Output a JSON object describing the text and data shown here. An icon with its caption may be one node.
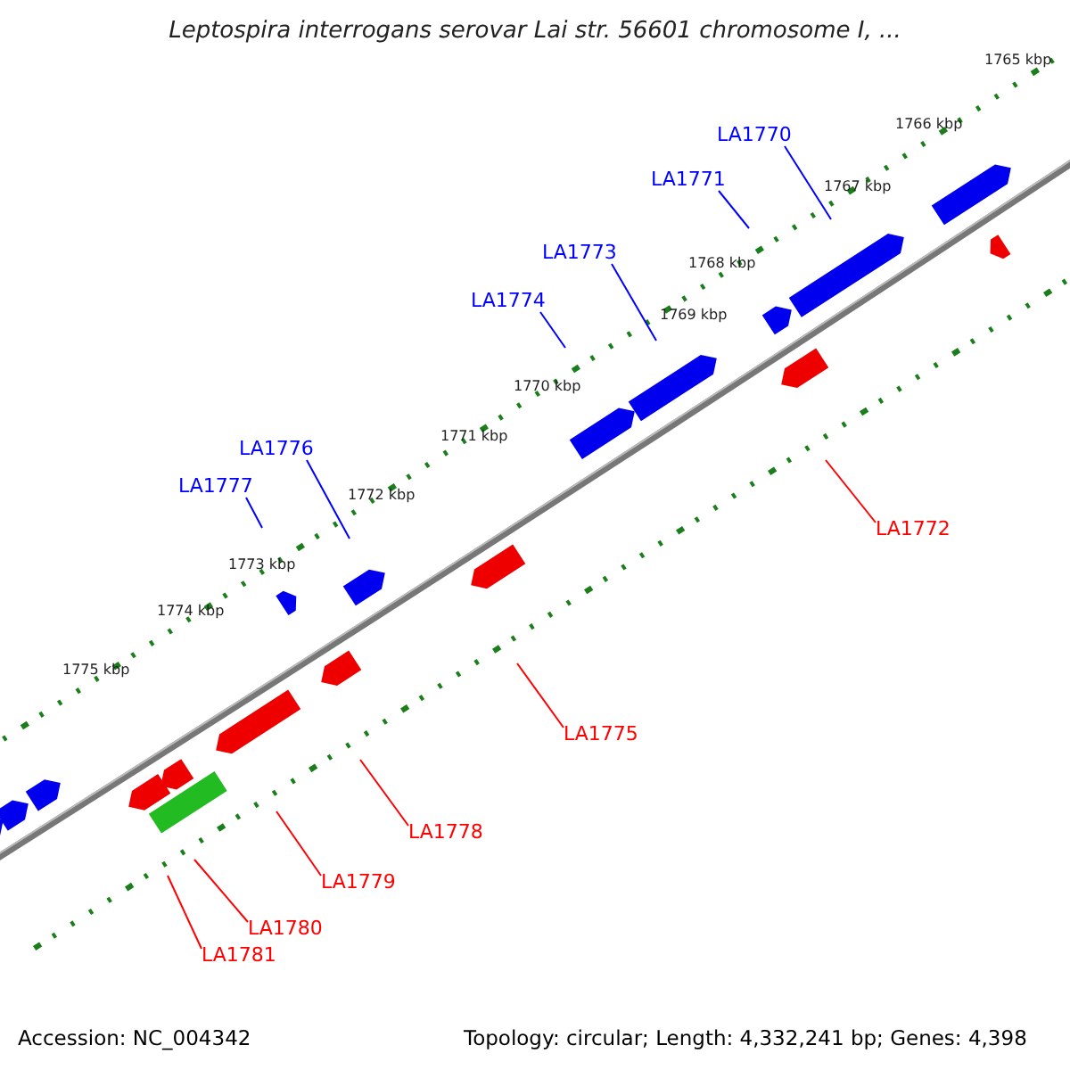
{
  "diagram": {
    "title": "Leptospira interrogans serovar Lai str. 56601 chromosome I, ...",
    "nodes": [
      {
        "text": [
          "LA1770"
        ]
      },
      {
        "text": [
          "LA1771"
        ]
      },
      {
        "text": [
          "LA1773"
        ]
      },
      {
        "text": [
          "LA1774"
        ]
      },
      {
        "text": [
          "LA1776"
        ]
      },
      {
        "text": [
          "LA1777"
        ]
      },
      {
        "text": [
          "LA1772"
        ]
      },
      {
        "text": [
          "LA1775"
        ]
      },
      {
        "text": [
          "LA1778"
        ]
      },
      {
        "text": [
          "LA1779"
        ]
      },
      {
        "text": [
          "LA1780"
        ]
      },
      {
        "text": [
          "LA1781"
        ]
      }
    ],
    "edges": [
      {
        "from": 0,
        "to": null,
        "arrow": "none"
      },
      {
        "from": 1,
        "to": null,
        "arrow": "none"
      },
      {
        "from": 2,
        "to": null,
        "arrow": "none"
      },
      {
        "from": 3,
        "to": null,
        "arrow": "none"
      },
      {
        "from": 4,
        "to": null,
        "arrow": "none"
      },
      {
        "from": 5,
        "to": null,
        "arrow": "none"
      },
      {
        "from": 6,
        "to": null,
        "arrow": "none",
        "color": "#ff0000"
      },
      {
        "from": 7,
        "to": null,
        "arrow": "none",
        "color": "#ff0000"
      },
      {
        "from": 8,
        "to": null,
        "arrow": "none",
        "color": "#ff0000"
      },
      {
        "from": 9,
        "to": null,
        "arrow": "none",
        "color": "#ff0000"
      },
      {
        "from": 10,
        "to": null,
        "arrow": "none",
        "color": "#ff0000"
      },
      {
        "from": 11,
        "to": null,
        "arrow": "none",
        "color": "#ff0000"
      }
    ],
    "labels": [
      "1765 kbp",
      "1766 kbp",
      "1767 kbp",
      "1768 kbp",
      "1769 kbp",
      "1770 kbp",
      "1771 kbp",
      "1772 kbp",
      "1773 kbp",
      "1774 kbp",
      "1775 kbp",
      "Accession: NC_004342",
      "Topology: circular; Length: 4,332,241 bp; Genes: 4,398"
    ]
  }
}
